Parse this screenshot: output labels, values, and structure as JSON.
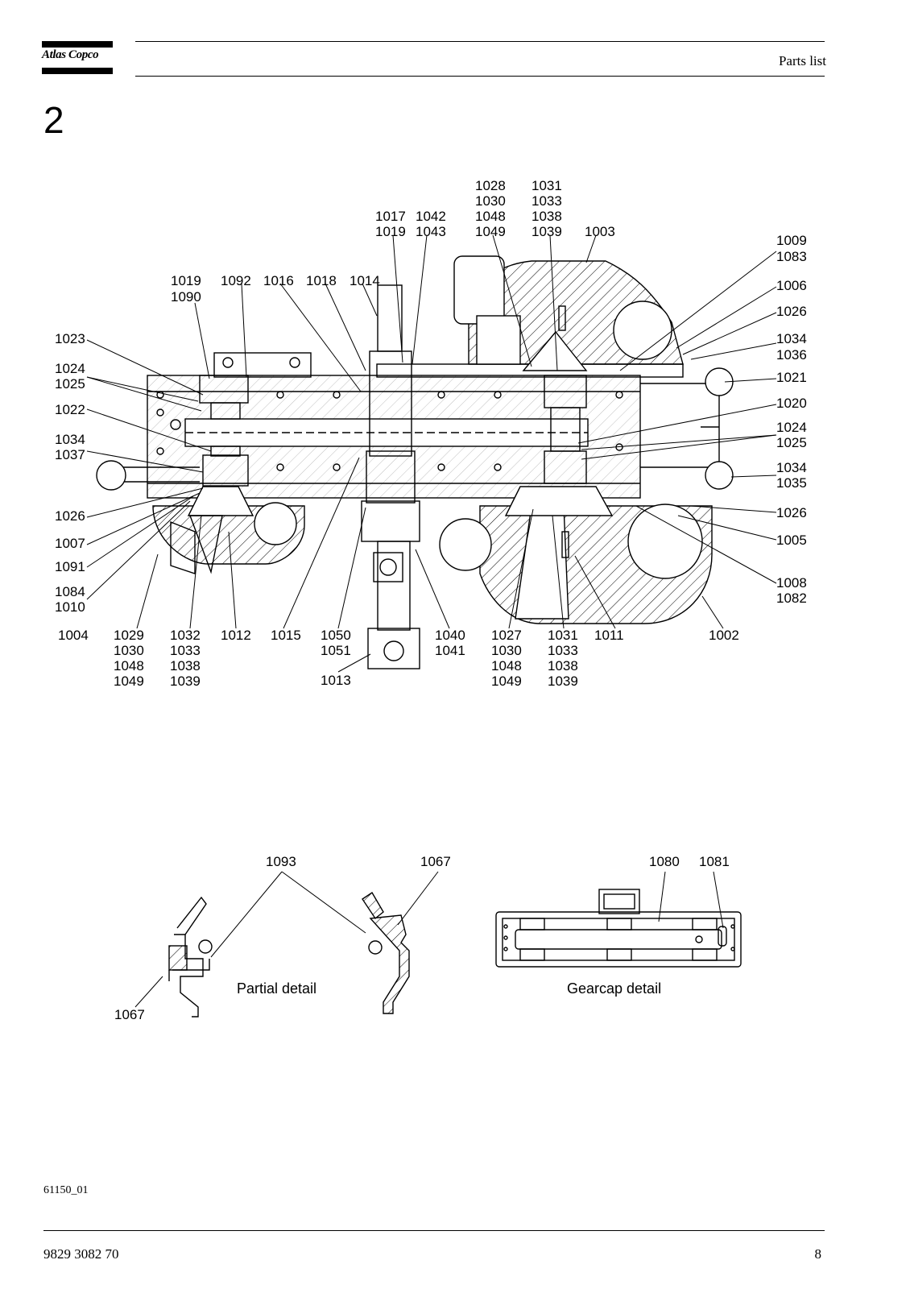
{
  "header": {
    "brand": "Atlas Copco",
    "title": "Parts list"
  },
  "section_number": "2",
  "main_view": {
    "labels": [
      "1028",
      "1030",
      "1048",
      "1049",
      "1031",
      "1033",
      "1038",
      "1039",
      "1017",
      "1019",
      "1042",
      "1043",
      "1003",
      "1009",
      "1083",
      "1019",
      "1090",
      "1092",
      "1016",
      "1018",
      "1014",
      "1006",
      "1026",
      "1034",
      "1036",
      "1021",
      "1020",
      "1024",
      "1025",
      "1034",
      "1035",
      "1026",
      "1005",
      "1008",
      "1082",
      "1023",
      "1024",
      "1025",
      "1022",
      "1034",
      "1037",
      "1026",
      "1007",
      "1091",
      "1084",
      "1010",
      "1004",
      "1029",
      "1030",
      "1048",
      "1049",
      "1032",
      "1033",
      "1038",
      "1039",
      "1012",
      "1015",
      "1050",
      "1051",
      "1013",
      "1040",
      "1041",
      "1027",
      "1030",
      "1048",
      "1049",
      "1031",
      "1033",
      "1038",
      "1039",
      "1011",
      "1002"
    ]
  },
  "partial_detail": {
    "caption": "Partial detail",
    "labels": [
      "1093",
      "1067",
      "1067"
    ]
  },
  "gearcap_detail": {
    "caption": "Gearcap detail",
    "labels": [
      "1080",
      "1081"
    ]
  },
  "footer": {
    "drawing_code": "61150_01",
    "document_number": "9829 3082 70",
    "page_number": "8"
  }
}
